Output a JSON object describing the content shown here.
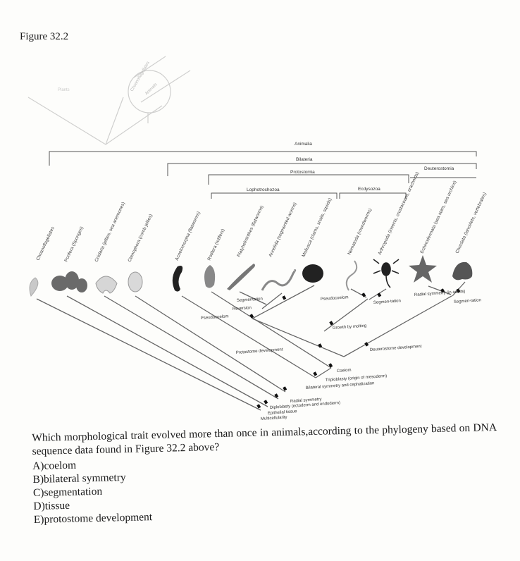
{
  "figure_label": "Figure 32.2",
  "inset": {
    "left_label": "Plants",
    "circle_labels": [
      "Choanoflagellates",
      "Animals"
    ]
  },
  "clades": {
    "animalia": "Animalia",
    "bilateria": "Bilateria",
    "protostomia": "Protostomia",
    "deuterostomia": "Deuterostomia",
    "lophotrochozoa": "Lophotrochozoa",
    "ecdysozoa": "Ecdysozoa"
  },
  "taxa": [
    {
      "name": "Choanoflagellates"
    },
    {
      "name": "Porifera (Sponges)"
    },
    {
      "name": "Cnidaria (jellies, sea anemones)"
    },
    {
      "name": "Ctenophora (comb jellies)"
    },
    {
      "name": "Acoelomorpha (flatworms)"
    },
    {
      "name": "Rotifera (rotifers)"
    },
    {
      "name": "Platyhelminthes (flatworms)"
    },
    {
      "name": "Annelida (segmented worms)"
    },
    {
      "name": "Mollusca (clams, snails, squids)"
    },
    {
      "name": "Nematoda (roundworms)"
    },
    {
      "name": "Arthropoda (insects, crustaceans, arachnids)"
    },
    {
      "name": "Echinodermata (sea stars, sea urchins)"
    },
    {
      "name": "Chordata (lancelets, vertebrates)"
    }
  ],
  "traits": {
    "multicellularity": "Multicellularity",
    "epithelial": "Epithelial tissue",
    "diploblasty": "Diploblasty (ectoderm and endoderm)",
    "radial": "Radial symmetry",
    "bilateral": "Bilateral symmetry and cephalization",
    "triploblasty": "Triploblasty (origin of mesoderm)",
    "coelom": "Coelom",
    "protostome_dev": "Protostome development",
    "deuterostome_dev": "Deuterostome development",
    "pseudocoelom_a": "Pseudocoelom",
    "pseudocoelom_b": "Pseudocoelom",
    "growth_molting": "Growth by molting",
    "segmentation_a": "Segmentation",
    "segmentation_b": "Segmen-tation",
    "segmentation_c": "Segmen-tation",
    "radial_adults": "Radial symmetry (in adults)",
    "reversion": "Reversion"
  },
  "question": {
    "text": "Which morphological trait evolved more than once in animals,according to the phylogeny based on DNA sequence data found in Figure 32.2 above?",
    "options": [
      "A)coelom",
      "B)bilateral symmetry",
      "C)segmentation",
      "D)tissue",
      "E)protostome development"
    ]
  }
}
